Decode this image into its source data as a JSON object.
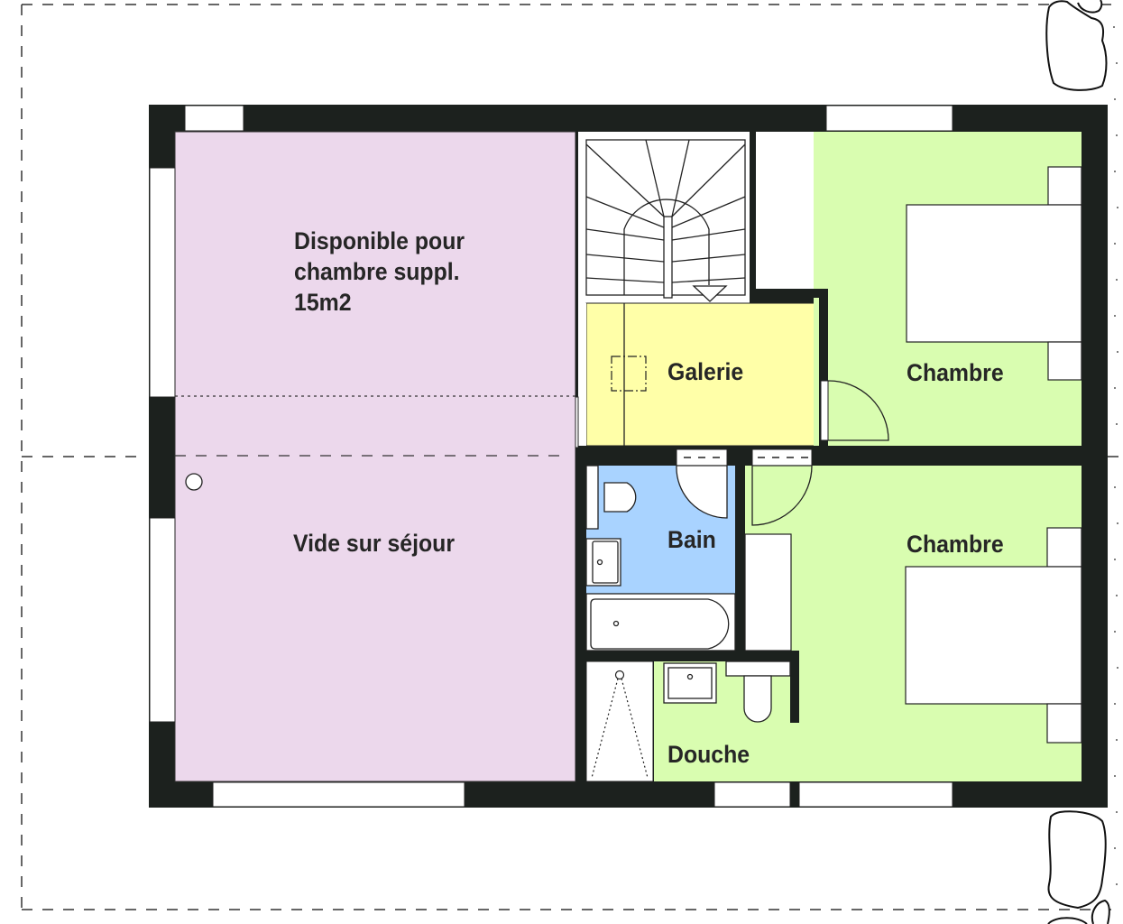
{
  "plan": {
    "type": "floor-plan",
    "level": "upper floor",
    "colors": {
      "wall": "#1c211e",
      "bonus_room": "#ecd8ec",
      "gallery": "#ffffa8",
      "bedroom": "#d9fdb0",
      "bathroom": "#a9d3ff",
      "shower_room": "#d9fdb0",
      "furniture": "#ffffff",
      "outline": "#1a1a1a"
    },
    "rooms": [
      {
        "id": "bonus",
        "label": "Disponible pour\nchambre suppl.\n15m2"
      },
      {
        "id": "void",
        "label": "Vide sur séjour"
      },
      {
        "id": "gallery",
        "label": "Galerie"
      },
      {
        "id": "bedroom1",
        "label": "Chambre"
      },
      {
        "id": "bath",
        "label": "Bain"
      },
      {
        "id": "bedroom2",
        "label": "Chambre"
      },
      {
        "id": "shower",
        "label": "Douche"
      }
    ],
    "features": [
      "staircase-quarter-turn",
      "double-bed",
      "double-bed",
      "toilet",
      "toilet",
      "washbasin",
      "washbasin",
      "bathtub",
      "shower",
      "wardrobe",
      "door-swing",
      "door-swing",
      "door-swing",
      "rocks"
    ]
  }
}
